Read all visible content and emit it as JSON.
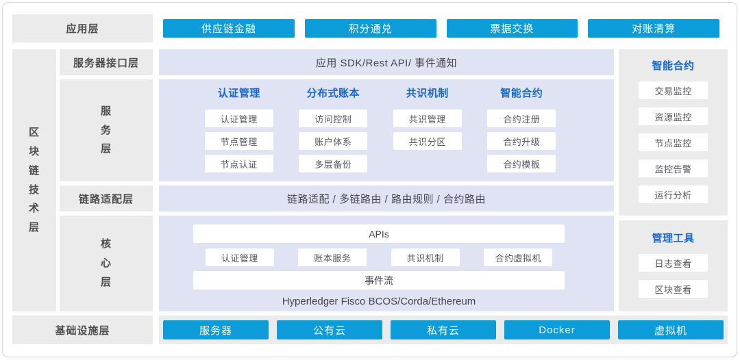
{
  "colors": {
    "accent_blue": "#0d9cda",
    "header_blue": "#1667d3",
    "purple_bg": "#e0e3f4",
    "gray_bg": "#ebebeb"
  },
  "app_layer": {
    "label": "应用层",
    "buttons": [
      "供应链金融",
      "积分通兑",
      "票据交换",
      "对账清算"
    ]
  },
  "tech_layer": {
    "label": "区块链技术层",
    "interface": {
      "label": "服务器接口层",
      "content": "应用 SDK/Rest API/ 事件通知"
    },
    "service": {
      "label": "服务层",
      "columns": [
        {
          "header": "认证管理",
          "items": [
            "认证管理",
            "节点管理",
            "节点认证"
          ]
        },
        {
          "header": "分布式账本",
          "items": [
            "访问控制",
            "账户体系",
            "多层备份"
          ]
        },
        {
          "header": "共识机制",
          "items": [
            "共识管理",
            "共识分区"
          ]
        },
        {
          "header": "智能合约",
          "items": [
            "合约注册",
            "合约升级",
            "合约模板"
          ]
        }
      ]
    },
    "adapter": {
      "label": "链路适配层",
      "content": "链路适配 / 多链路由 / 路由规则 / 合约路由"
    },
    "core": {
      "label": "核心层",
      "apis_bar": "APIs",
      "modules": [
        "认证管理",
        "账本服务",
        "共识机制",
        "合约虚拟机"
      ],
      "event_bar": "事件流",
      "platforms": "Hyperledger Fisco BCOS/Corda/Ethereum"
    }
  },
  "side_panels": [
    {
      "header": "智能合约",
      "items": [
        "交易监控",
        "资源监控",
        "节点监控",
        "监控告警",
        "运行分析"
      ]
    },
    {
      "header": "管理工具",
      "items": [
        "日志查看",
        "区块查看"
      ]
    }
  ],
  "infra_layer": {
    "label": "基础设施层",
    "buttons": [
      "服务器",
      "公有云",
      "私有云",
      "Docker",
      "虚拟机"
    ]
  }
}
